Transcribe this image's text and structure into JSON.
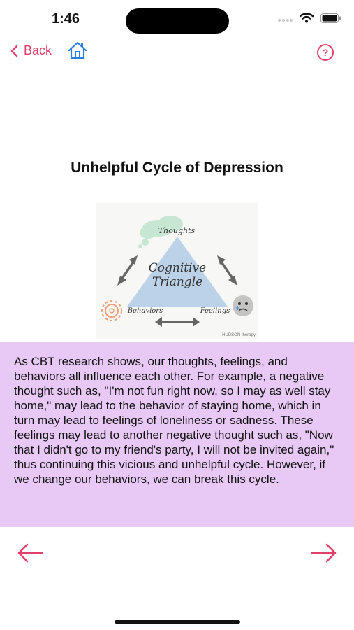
{
  "status": {
    "time": "1:46"
  },
  "nav": {
    "back_label": "Back",
    "home_icon": "home-icon",
    "help_icon": "question-mark-circle-icon"
  },
  "page": {
    "title": "Unhelpful Cycle of Depression"
  },
  "figure": {
    "center_line1": "Cognitive",
    "center_line2": "Triangle",
    "thoughts": "Thoughts",
    "behaviors": "Behaviors",
    "feelings": "Feelings",
    "credit": "HUDSON therapy"
  },
  "body": {
    "text": "As CBT research shows, our thoughts, feelings, and behaviors all influence each other. For example, a negative thought such as, \"I'm not fun right now, so I may as well stay home,\" may lead to the behavior of staying home, which in turn may lead to feelings of loneliness or sadness. These feelings may lead to another negative thought such as, \"Now that I didn't go to my friend's party, I will not be invited again,\" thus continuing this vicious and unhelpful cycle. However, if we change our behaviors, we can break this cycle."
  },
  "colors": {
    "accent": "#e0406a",
    "home_blue": "#2a7de1",
    "panel": "#e8c8f4"
  }
}
